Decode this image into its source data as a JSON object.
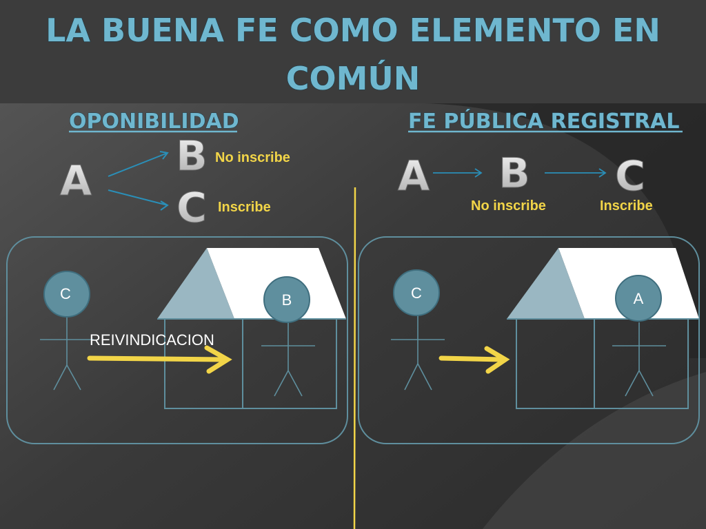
{
  "title": {
    "line1": "LA BUENA FE COMO ELEMENTO EN",
    "line2": "COMÚN"
  },
  "left": {
    "heading": "OPONIBILIDAD",
    "letters": {
      "a": "A",
      "b": "B",
      "c": "C"
    },
    "label_b": "No inscribe",
    "label_c": "Inscribe",
    "person_outside": "C",
    "person_inside": "B",
    "arrow_label": "REIVINDICACION"
  },
  "right": {
    "heading": "FE PÚBLICA REGISTRAL",
    "letters": {
      "a": "A",
      "b": "B",
      "c": "C"
    },
    "label_b": "No inscribe",
    "label_c": "Inscribe",
    "person_outside": "C",
    "person_inside": "A"
  },
  "colors": {
    "title": "#6fb7cf",
    "accent_yellow": "#f2d548",
    "node_fill": "#5f8f9e",
    "line_blue": "#2a8fb8",
    "box_border": "#5f8f9e"
  }
}
